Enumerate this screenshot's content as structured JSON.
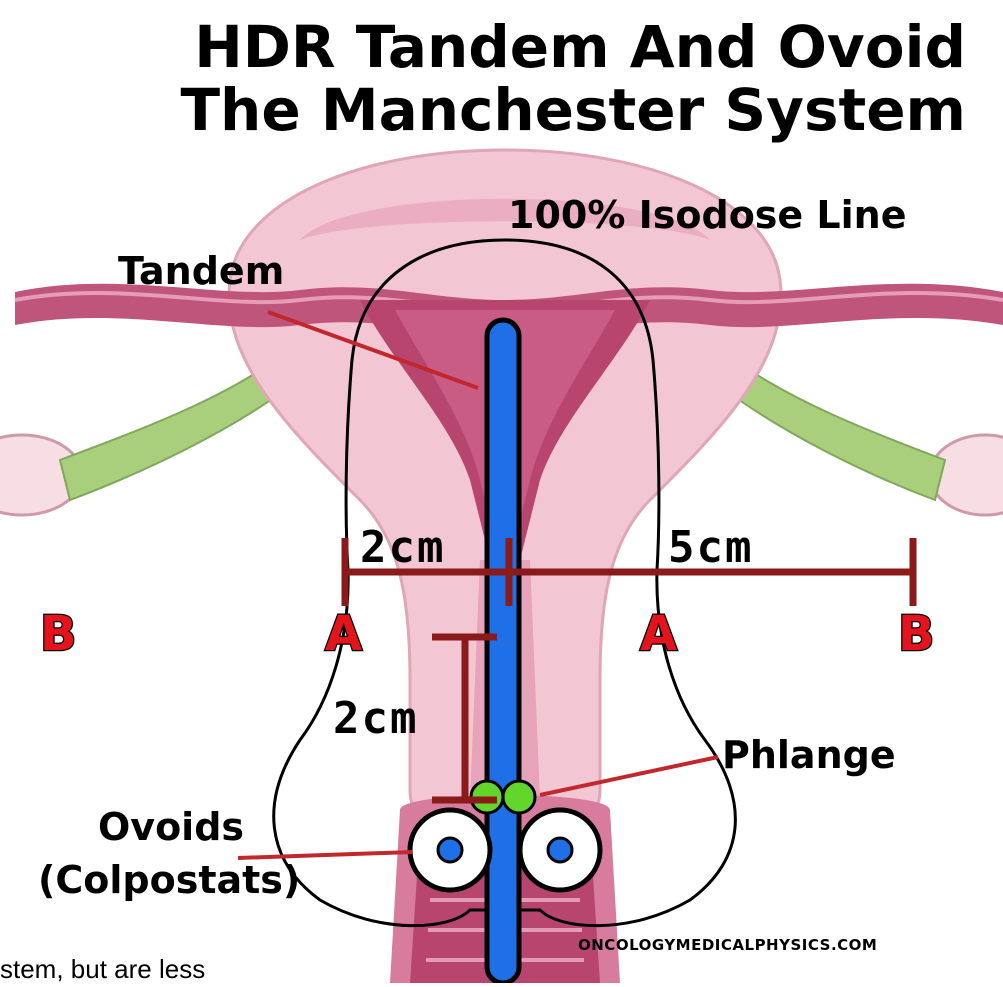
{
  "title": {
    "line1": "HDR Tandem And Ovoid",
    "line2": "The Manchester System"
  },
  "labels": {
    "isodose": "100% Isodose Line",
    "tandem": "Tandem",
    "phlange": "Phlange",
    "ovoids_line1": "Ovoids",
    "ovoids_line2": "(Colpostats)"
  },
  "measurements": {
    "horizontal_a": "2cm",
    "horizontal_b": "5cm",
    "vertical": "2cm"
  },
  "points": {
    "b_left": "B",
    "a_left": "A",
    "a_right": "A",
    "b_right": "B"
  },
  "credit": "ONCOLOGYMEDICALPHYSICS.COM",
  "caption_fragment": "stem, but are less",
  "colors": {
    "uterus_light": "#f2c6d3",
    "uterus_mid": "#e7a3b9",
    "uterus_dark": "#b7456d",
    "tube_green": "#a9cf7d",
    "tandem_blue": "#1f6fe6",
    "measure_line": "#8b1a1a",
    "leader_line": "#c0282d",
    "point_red": "#e3141b",
    "phlange_green": "#63d62b"
  }
}
